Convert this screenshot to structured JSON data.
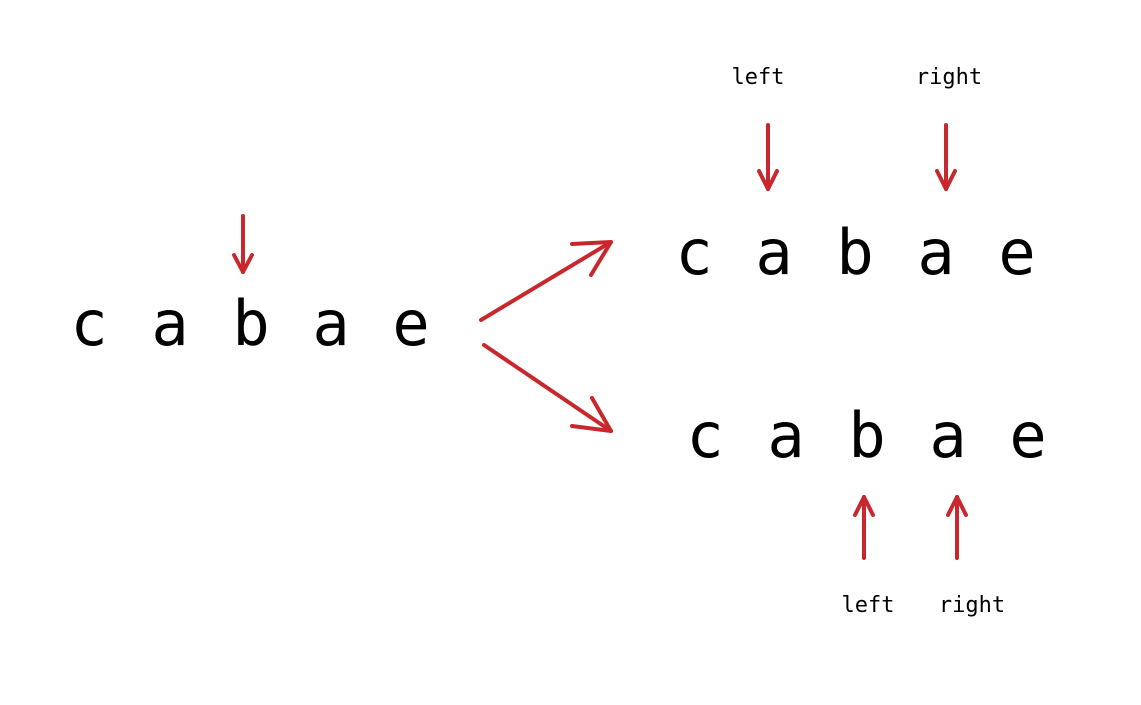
{
  "accent_color": "#c8282d",
  "source_string": [
    "c",
    "a",
    "b",
    "a",
    "e"
  ],
  "case_odd": {
    "letters": [
      "c",
      "a",
      "b",
      "a",
      "e"
    ],
    "left_label": "left",
    "right_label": "right"
  },
  "case_even": {
    "letters": [
      "c",
      "a",
      "b",
      "a",
      "e"
    ],
    "left_label": "left",
    "right_label": "right"
  },
  "icons": {
    "down_arrow": "arrow-down-icon",
    "up_arrow": "arrow-up-icon",
    "branch_arrow": "arrow-diagonal-icon"
  }
}
